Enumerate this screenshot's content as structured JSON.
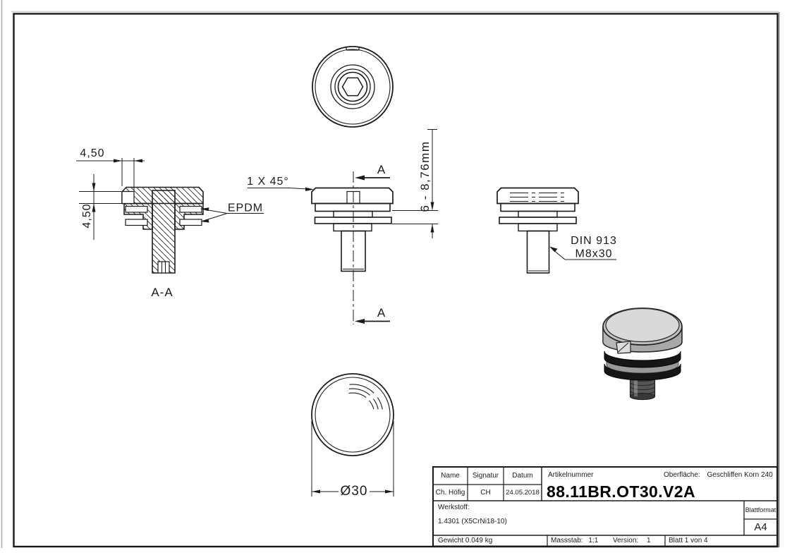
{
  "drawing": {
    "section_view": {
      "width_dim": "4,50",
      "height_dim": "4,50",
      "gasket_label": "EPDM",
      "view_label": "A-A"
    },
    "front_view": {
      "chamfer_note": "1 X 45°",
      "section_letter_top": "A",
      "section_letter_bottom": "A",
      "clamp_range": "6 - 8,76mm"
    },
    "side_view": {
      "screw_standard": "DIN 913",
      "screw_size": "M8x30"
    },
    "bottom_view": {
      "diameter": "Ø30"
    }
  },
  "title_block": {
    "name_label": "Name",
    "signature_label": "Signatur",
    "date_label": "Datum",
    "name_value": "Ch. Höfig",
    "signature_value": "CH",
    "date_value": "24.05.2018",
    "article_label": "Artikelnummer",
    "article_number": "88.11BR.OT30.V2A",
    "surface_label": "Oberfläche:",
    "surface_value": "Geschliffen Korn 240",
    "material_label": "Werkstoff:",
    "material_value": "1.4301 (X5CrNi18-10)",
    "format_label": "Blattformat",
    "format_value": "A4",
    "weight": "Gewicht 0.049 kg",
    "scale_label": "Massstab:",
    "scale_value": "1:1",
    "version_label": "Version:",
    "version_value": "1",
    "sheet": "Blatt 1 von 4"
  },
  "colors": {
    "line": "#1b1b1b",
    "cap_top": "#d9d9d9",
    "cap_rim": "#c0c0c0",
    "cap_side": "#a8a8a8",
    "gasket_black": "#161616",
    "spacer_gray": "#999999",
    "stud_gray": "#565656",
    "stud_bottom": "#383838",
    "notch_face": "#dcdcdc"
  }
}
